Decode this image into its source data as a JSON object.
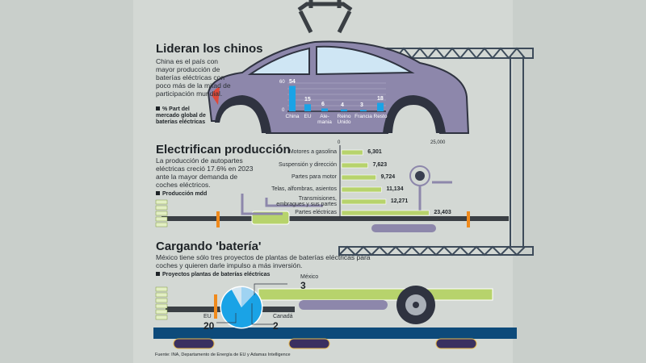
{
  "section1": {
    "title": "Lideran los chinos",
    "text": "China es el país con mayor producción de baterías eléctricas con poco más de la mitad de participación mundial.",
    "legend": "% Part del mercado global de baterías eléctricas"
  },
  "section2": {
    "title": "Electrifican producción",
    "text": "La producción de autopartes eléctricas creció 17.6% en 2023 ante la mayor demanda de coches eléctricos.",
    "legend": "Producción mdd"
  },
  "section3": {
    "title": "Cargando 'batería'",
    "text": "México tiene sólo tres proyectos de plantas de baterías eléctricas para coches y quieren darle impulso a más inversión.",
    "legend": "Proyectos plantas de baterías eléctricas"
  },
  "source": "Fuente: INA, Departamento de Energía de EU y Adamas Intelligence",
  "colors": {
    "bar": "#1aa3e6",
    "car": "#8d87ab",
    "green": "#b7d36c",
    "navy": "#0d4a7a"
  },
  "chart_data": [
    {
      "type": "bar",
      "title": "Lideran los chinos",
      "ylabel": "% Part del mercado global de baterías eléctricas",
      "ylim": [
        0,
        60
      ],
      "yticks": [
        "0",
        "60"
      ],
      "categories": [
        "China",
        "EU",
        "Ale-mania",
        "Reino Unido",
        "Francia",
        "Resto"
      ],
      "values": [
        54,
        15,
        6,
        4,
        3,
        18
      ],
      "value_labels": [
        "54",
        "15",
        "6",
        "4",
        "3",
        "18"
      ]
    },
    {
      "type": "bar",
      "orientation": "horizontal",
      "title": "Electrifican producción",
      "xlabel": "Producción mdd",
      "xlim": [
        0,
        25000
      ],
      "xticks": [
        "0",
        "25,000"
      ],
      "categories": [
        "Motores a gasolina",
        "Suspensión y dirección",
        "Partes para motor",
        "Telas, alfombras, asientos",
        "Transmisiones, embragues y sus partes",
        "Partes eléctricas"
      ],
      "values": [
        6301,
        7623,
        9724,
        11134,
        12271,
        23403
      ],
      "value_labels": [
        "6,301",
        "7,623",
        "9,724",
        "11,134",
        "12,271",
        "23,403"
      ]
    },
    {
      "type": "pie",
      "title": "Cargando 'batería'",
      "categories": [
        "EU",
        "Canadá",
        "México"
      ],
      "values": [
        20,
        2,
        3
      ],
      "value_labels": [
        "20",
        "2",
        "3"
      ]
    }
  ]
}
